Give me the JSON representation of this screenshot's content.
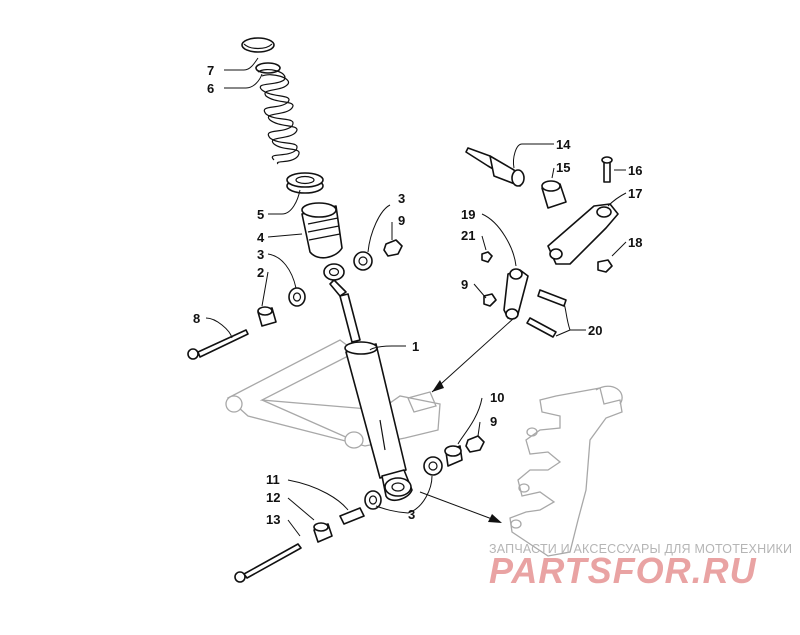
{
  "diagram": {
    "callouts": {
      "c1": "1",
      "c2": "2",
      "c3a": "3",
      "c3b": "3",
      "c3c": "3",
      "c4": "4",
      "c5": "5",
      "c6": "6",
      "c7": "7",
      "c8": "8",
      "c9a": "9",
      "c9b": "9",
      "c9c": "9",
      "c10": "10",
      "c11": "11",
      "c12": "12",
      "c13": "13",
      "c14": "14",
      "c15": "15",
      "c16": "16",
      "c17": "17",
      "c18": "18",
      "c19": "19",
      "c20": "20",
      "c21": "21"
    }
  },
  "watermark": {
    "subtitle": "ЗАПЧАСТИ И АКСЕССУАРЫ ДЛЯ МОТОТЕХНИКИ",
    "logo": "PARTSFOR.RU",
    "logo_color": "#e9a3a3"
  }
}
